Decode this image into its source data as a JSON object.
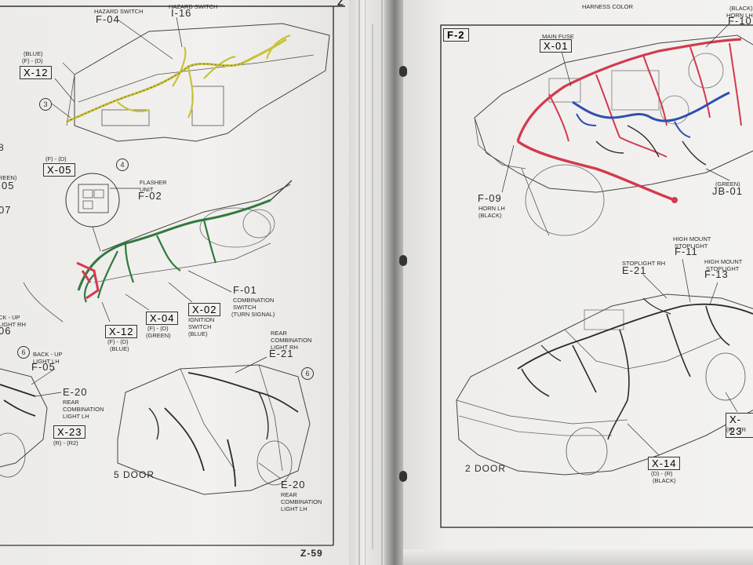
{
  "left_page": {
    "header": {
      "hazard_top": "HAZARD SWITCH",
      "hazard_top_code": "I-16",
      "doc_code": "Z"
    },
    "labels": {
      "hazard_switch": "HAZARD SWITCH",
      "hazard_code": "F-04",
      "x12_top_color": "(BLUE)",
      "x12_top_pins": "(F) - (D)",
      "x12_top_code": "X-12",
      "x05_pins": "(F) - (D)",
      "x05_code": "X-05",
      "flasher": "FLASHER",
      "flasher_unit": "UNIT",
      "flasher_code": "F-02",
      "circle_3": "3",
      "circle_4": "4",
      "circle_6a": "6",
      "circle_6b": "6",
      "frag_reen": "REEN)",
      "frag_05": "05",
      "frag_07": "07",
      "frag_8": "8",
      "combo_code": "F-01",
      "combo_1": "COMBINATION",
      "combo_2": "SWITCH",
      "combo_3": "(TURN SIGNAL)",
      "x02_code": "X-02",
      "ign_1": "IGNITION",
      "ign_2": "SWITCH",
      "ign_3": "(BLUE)",
      "x04_code": "X-04",
      "x04_pins": "(F) - (D)",
      "x04_color": "(GREEN)",
      "x12_code": "X-12",
      "x12_pins": "(F) - (D)",
      "x12_color": "(BLUE)",
      "backup_frag1": "CK - UP",
      "backup_frag2": "LIGHT RH",
      "backup_frag3": "06",
      "rear_rh_1": "REAR",
      "rear_rh_2": "COMBINATION",
      "rear_rh_3": "LIGHT RH",
      "rear_rh_code": "E-21",
      "backup_lh_1": "BACK - UP",
      "backup_lh_2": "LIGHT LH",
      "backup_lh_code": "F-05",
      "rear_lh_code": "E-20",
      "rear_lh_1": "REAR",
      "rear_lh_2": "COMBINATION",
      "rear_lh_3": "LIGHT LH",
      "x23_code": "X-23",
      "x23_pins": "(R) - (R2)",
      "door_title": "5 DOOR",
      "rear_lh2_code": "E-20",
      "rear_lh2_1": "REAR",
      "rear_lh2_2": "COMBINATION",
      "rear_lh2_3": "LIGHT LH",
      "page_number": "Z-59"
    }
  },
  "right_page": {
    "header": "HARNESS COLOR",
    "labels": {
      "section_tag": "F-2",
      "main_fuse": "MAIN FUSE",
      "x01_code": "X-01",
      "horn_rh_color": "(BLACK)",
      "horn_rh": "HORN LH",
      "f10_code": "F-10",
      "f09_code": "F-09",
      "horn_lh": "HORN LH",
      "horn_lh_color": "(BLACK)",
      "jb_color": "(GREEN)",
      "jb_code": "JB-01",
      "high_mount_1": "HIGH MOUNT",
      "high_mount_2": "STOPLIGHT",
      "f11_code": "F-11",
      "stop_rh": "STOPLIGHT RH",
      "e21_code": "E-21",
      "high_mount2_1": "HIGH MOUNT",
      "high_mount2_2": "STOPLIGHT",
      "f13_code": "F-13",
      "x23_code": "X-23",
      "x23_pins": "(R) - (R",
      "x14_code": "X-14",
      "x14_pins": "(D) - (R)",
      "x14_color": "(BLACK)",
      "door_title": "2 DOOR"
    }
  },
  "colors": {
    "paper": "#f1f0ee",
    "harness_yellow": "#c9c23a",
    "harness_green": "#2f7a3e",
    "harness_red": "#d23a4e",
    "harness_blue": "#2f4fb0",
    "ink": "#2b2b2b"
  }
}
